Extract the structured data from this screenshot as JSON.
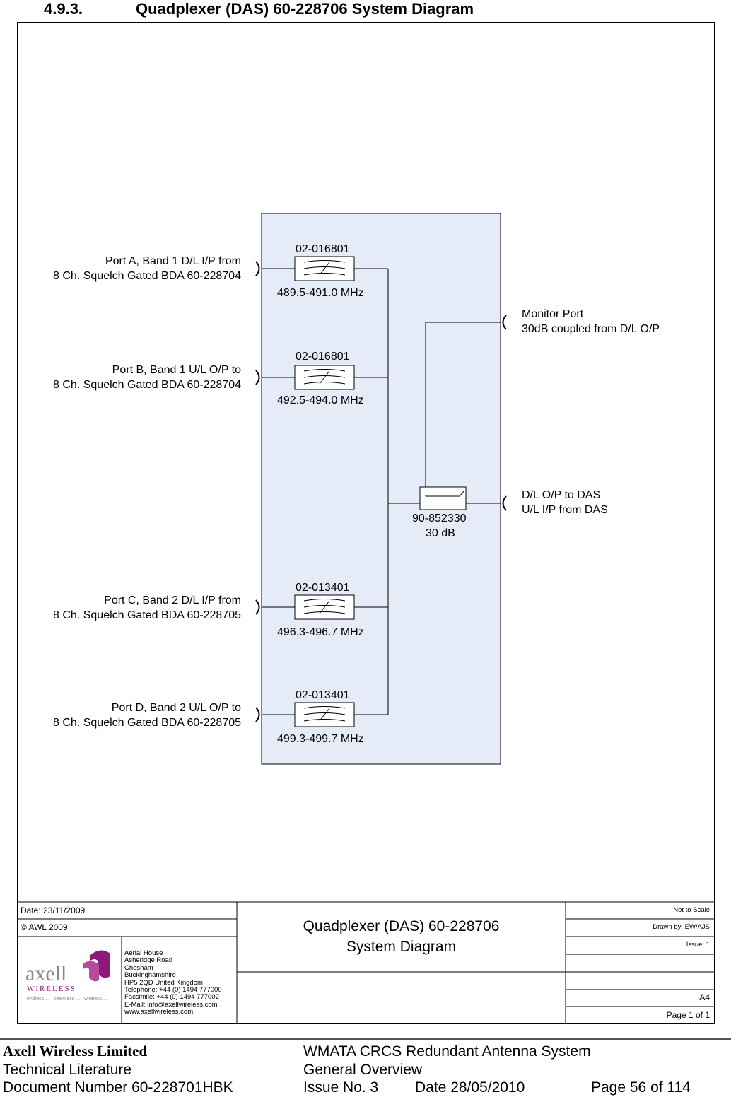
{
  "heading": {
    "number": "4.9.3.",
    "title": "Quadplexer (DAS) 60-228706 System Diagram"
  },
  "diagram": {
    "ports_left": [
      {
        "line1": "Port A,  Band 1 D/L I/P from",
        "line2": "8 Ch. Squelch Gated BDA 60-228704"
      },
      {
        "line1": "Port B, Band 1 U/L O/P to",
        "line2": "8 Ch. Squelch Gated BDA 60-228704"
      },
      {
        "line1": "Port C, Band 2 D/L I/P from",
        "line2": "8 Ch. Squelch Gated BDA 60-228705"
      },
      {
        "line1": "Port D,  Band 2 U/L O/P to",
        "line2": "8 Ch. Squelch Gated BDA 60-228705"
      }
    ],
    "filters": [
      {
        "part": "02-016801",
        "freq": "489.5-491.0 MHz"
      },
      {
        "part": "02-016801",
        "freq": "492.5-494.0 MHz"
      },
      {
        "part": "02-013401",
        "freq": "496.3-496.7 MHz"
      },
      {
        "part": "02-013401",
        "freq": "499.3-499.7 MHz"
      }
    ],
    "coupler": {
      "part": "90-852330",
      "value": "30 dB"
    },
    "ports_right": [
      {
        "line1": "Monitor Port",
        "line2": "30dB coupled from D/L O/P"
      },
      {
        "line1": "D/L O/P to DAS",
        "line2": "U/L I/P from DAS"
      }
    ]
  },
  "title_block": {
    "date": "Date: 23/11/2009",
    "copyright": "© AWL 2009",
    "title_line1": "Quadplexer (DAS) 60-228706",
    "title_line2": "System Diagram",
    "scale": "Not to Scale",
    "drawn_by": "Drawn by: EW/AJS",
    "issue": "Issue: 1",
    "paper": "A4",
    "page": "Page 1 of 1",
    "logo_text": "axell",
    "logo_sub": "WIRELESS",
    "logo_tagline": "endless ...   seamless ...   wireless ...",
    "address": [
      "Aerial House",
      "Asheridge Road",
      "Chesham",
      "Buckinghamshire",
      "HP5 2QD United Kingdom",
      "Telephone: +44 (0) 1494 777000",
      "Facsimile: +44 (0) 1494 777002",
      "E-Mail: info@axellwireless.com",
      "www.axellwireless.com"
    ]
  },
  "footer": {
    "company": "Axell Wireless Limited",
    "literature": "Technical Literature",
    "doc_number": "Document Number 60-228701HBK",
    "system": "WMATA CRCS Redundant Antenna System",
    "overview": "General Overview",
    "issue": "Issue No. 3",
    "date": "Date 28/05/2010",
    "page": "Page 56 of 114"
  },
  "colors": {
    "enclosure_fill": "#e6ecf7",
    "logo_purple": "#8b1a7a",
    "logo_grey": "#888888"
  }
}
